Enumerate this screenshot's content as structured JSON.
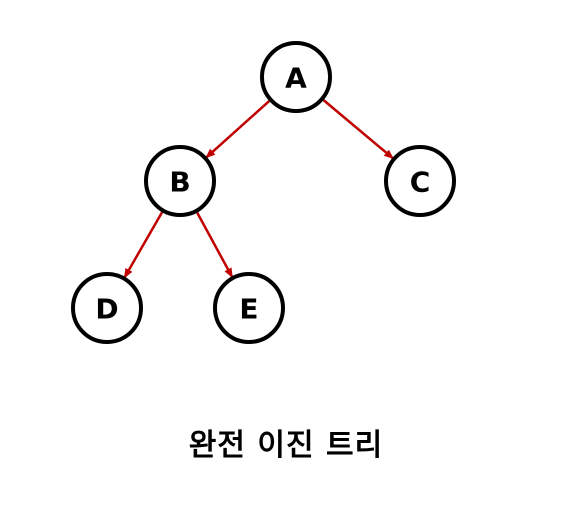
{
  "title": "완전 이진 트리",
  "edge_color": "#c00000",
  "nodes": [
    {
      "id": "A",
      "label": "A"
    },
    {
      "id": "B",
      "label": "B"
    },
    {
      "id": "C",
      "label": "C"
    },
    {
      "id": "D",
      "label": "D"
    },
    {
      "id": "E",
      "label": "E"
    }
  ],
  "edges": [
    {
      "from": "A",
      "to": "B"
    },
    {
      "from": "A",
      "to": "C"
    },
    {
      "from": "B",
      "to": "D"
    },
    {
      "from": "B",
      "to": "E"
    }
  ]
}
